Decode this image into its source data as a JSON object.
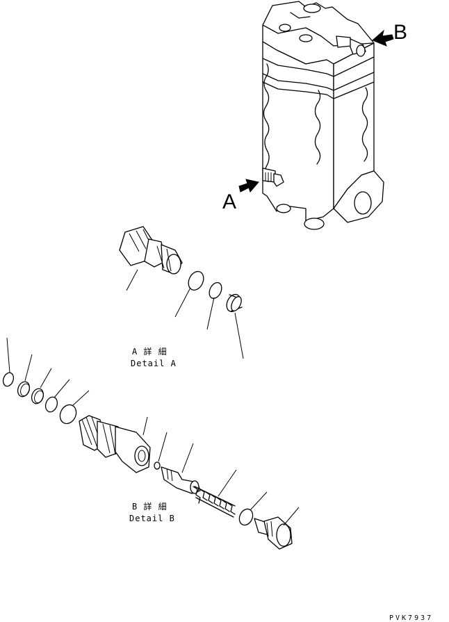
{
  "callouts": {
    "a": "A",
    "b": "B"
  },
  "detail_a": {
    "jp": "A 詳 細",
    "en": "Detail A"
  },
  "detail_b": {
    "jp": "B 詳 細",
    "en": "Detail B"
  },
  "drawing_code": "PVK7937"
}
